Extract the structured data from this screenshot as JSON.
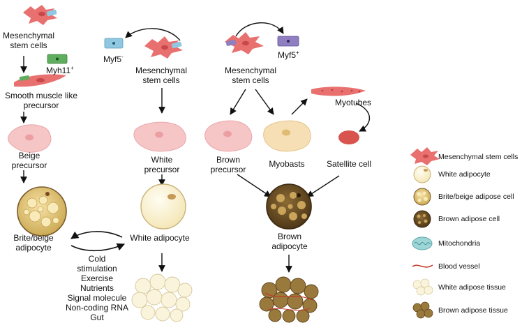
{
  "left_column": {
    "msc_label": [
      "Mesenchymal",
      "stem cells"
    ],
    "myh11": {
      "base": "Myh11",
      "sup": "+"
    },
    "smooth_muscle": [
      "Smooth muscle like",
      "precursor"
    ],
    "beige_precursor": [
      "Beige",
      "precursor"
    ],
    "brite_beige": [
      "Brite/beige",
      "adipocyte"
    ],
    "stimuli": [
      "Cold",
      "stimulation",
      "Exercise",
      "Nutrients",
      "Signal molecule",
      "Non-coding RNA",
      "Gut"
    ]
  },
  "middle_column": {
    "myf5_neg": {
      "base": "Myf5",
      "sup": "-"
    },
    "msc_label": [
      "Mesenchymal",
      "stem cells"
    ],
    "white_precursor": [
      "White",
      "precursor"
    ],
    "white_adipocyte": "White adipocyte"
  },
  "right_column": {
    "msc_label": [
      "Mesenchymal",
      "stem cells"
    ],
    "myf5_pos": {
      "base": "Myf5",
      "sup": "+"
    },
    "myotubes": "Myotubes",
    "brown_precursor": [
      "Brown",
      "precursor"
    ],
    "myoblasts": "Myobasts",
    "satellite": "Satellite cell",
    "brown_adipocyte": [
      "Brown",
      "adipocyte"
    ]
  },
  "legend": {
    "items": [
      {
        "label": "Mesenchymal stem cells",
        "icon": "mesenchymal-cell-icon"
      },
      {
        "label": "White adipocyte",
        "icon": "white-adipocyte-icon"
      },
      {
        "label": "Brite/beige adipose cell",
        "icon": "beige-adipocyte-icon"
      },
      {
        "label": "Brown adipose cell",
        "icon": "brown-adipocyte-icon"
      },
      {
        "label": "Mitochondria",
        "icon": "mitochondria-icon"
      },
      {
        "label": "Blood vessel",
        "icon": "blood-vessel-icon"
      },
      {
        "label": "White adipose tissue",
        "icon": "white-tissue-icon"
      },
      {
        "label": "Brown adipose tissue",
        "icon": "brown-tissue-icon"
      }
    ]
  },
  "colors": {
    "msc": "#e8706f",
    "precursor": "#f6c6c7",
    "myoblast": "#f6dfb4",
    "white_fat": "#fbf4dc",
    "beige_fat": "#e9d08b",
    "brown_fat": "#7a5a2e",
    "myotube": "#e8716f",
    "satellite": "#d9534f",
    "green_cell": "#5fae5f",
    "blue_cell": "#8fc8e0",
    "purple_cell": "#8f7fc0",
    "mitochondria": "#9ed6d8",
    "vessel": "#c0392b"
  }
}
